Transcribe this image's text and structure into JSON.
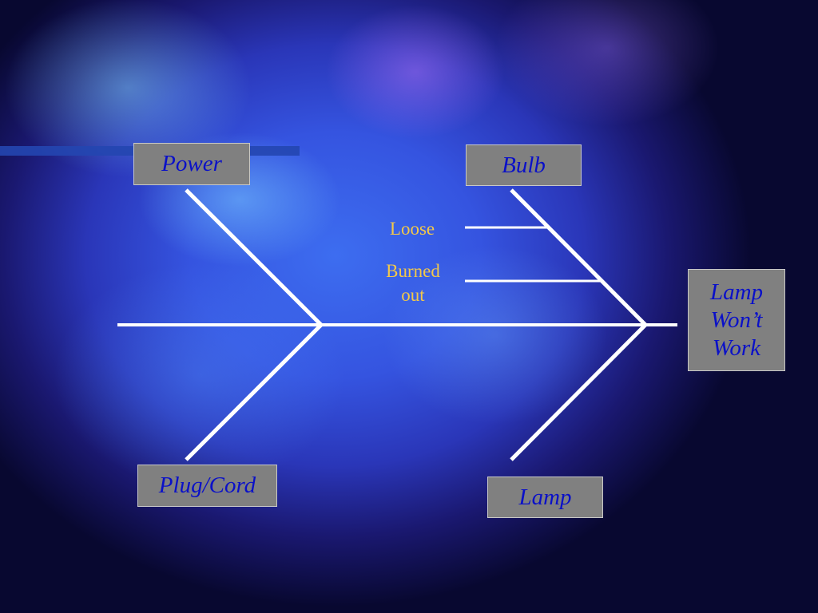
{
  "diagram": {
    "type": "fishbone",
    "effect": "Lamp\nWon’t\nWork",
    "categories": {
      "top_left": "Power",
      "top_right": "Bulb",
      "bottom_left": "Plug/Cord",
      "bottom_right": "Lamp"
    },
    "causes": {
      "bulb": [
        "Loose",
        "Burned\nout"
      ]
    }
  },
  "colors": {
    "box_fill": "#808080",
    "box_text": "#0a10c8",
    "cause_text": "#f2c84a",
    "bone_line": "#ffffff"
  }
}
